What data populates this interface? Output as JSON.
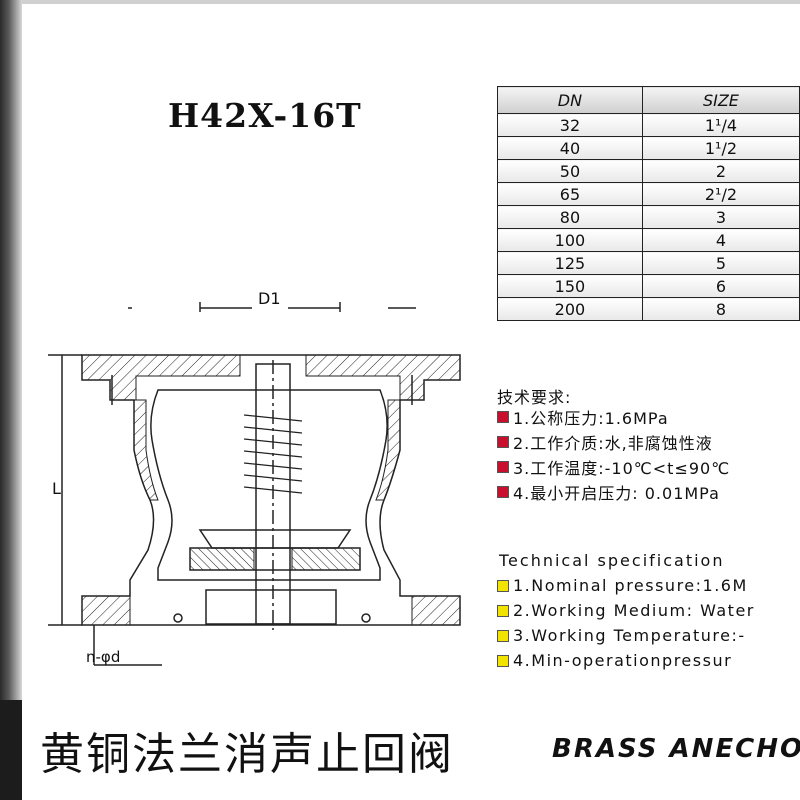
{
  "model": "H42X-16T",
  "size_table": {
    "headers": [
      "DN",
      "SIZE"
    ],
    "rows": [
      {
        "dn": "32",
        "size": "1¹/4"
      },
      {
        "dn": "40",
        "size": "1¹/2"
      },
      {
        "dn": "50",
        "size": "2"
      },
      {
        "dn": "65",
        "size": "2¹/2"
      },
      {
        "dn": "80",
        "size": "3"
      },
      {
        "dn": "100",
        "size": "4"
      },
      {
        "dn": "125",
        "size": "5"
      },
      {
        "dn": "150",
        "size": "6"
      },
      {
        "dn": "200",
        "size": "8"
      }
    ]
  },
  "drawing": {
    "label_d1": "D1",
    "label_l": "L",
    "label_n_phi_d": "n-φd"
  },
  "tech_requirements_cn": {
    "heading": "技术要求:",
    "items": [
      "1.公称压力:1.6MPa",
      "2.工作介质:水,非腐蚀性液",
      "3.工作温度:-10℃<t≤90℃",
      "4.最小开启压力: 0.01MPa"
    ],
    "marker_color": "#c8102e"
  },
  "tech_spec_en": {
    "heading": "Technical specification",
    "items": [
      "1.Nominal pressure:1.6M",
      "2.Working Medium: Water",
      "3.Working Temperature:-",
      "4.Min-operationpressur"
    ],
    "marker_color": "#f2e300"
  },
  "product_name_cn": "黄铜法兰消声止回阀",
  "product_name_en": "BRASS ANECHO"
}
